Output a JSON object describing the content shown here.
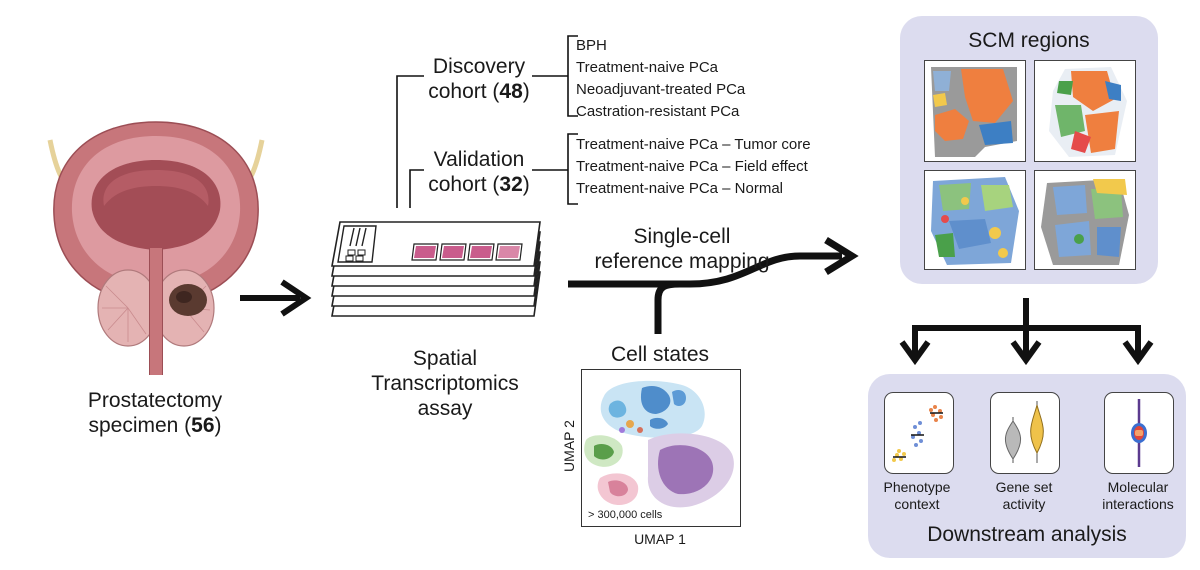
{
  "specimen": {
    "line1": "Prostatectomy",
    "line2_prefix": "specimen (",
    "count": "56",
    "line2_suffix": ")"
  },
  "assay": {
    "line1": "Spatial",
    "line2": "Transcriptomics",
    "line3": "assay"
  },
  "discovery": {
    "line1": "Discovery",
    "line2_prefix": "cohort (",
    "count": "48",
    "line2_suffix": ")",
    "groups": [
      "BPH",
      "Treatment-naive PCa",
      "Neoadjuvant-treated PCa",
      "Castration-resistant PCa"
    ]
  },
  "validation": {
    "line1": "Validation",
    "line2_prefix": "cohort (",
    "count": "32",
    "line2_suffix": ")",
    "groups": [
      "Treatment-naive PCa – Tumor core",
      "Treatment-naive PCa – Field effect",
      "Treatment-naive PCa – Normal"
    ]
  },
  "mapping": {
    "line1": "Single-cell",
    "line2": "reference mapping"
  },
  "cell_states": {
    "title": "Cell states",
    "xlabel": "UMAP 1",
    "ylabel": "UMAP 2",
    "note": "> 300,000 cells"
  },
  "scm": {
    "title": "SCM regions"
  },
  "downstream": {
    "title": "Downstream analysis",
    "items": [
      {
        "line1": "Phenotype",
        "line2": "context"
      },
      {
        "line1": "Gene set",
        "line2": "activity"
      },
      {
        "line1": "Molecular",
        "line2": "interactions"
      }
    ]
  },
  "colors": {
    "panel": "#dcdcef",
    "arrow": "#111111",
    "tissue_pink": "#e2a2a6",
    "tumor": "#5a3a30"
  }
}
